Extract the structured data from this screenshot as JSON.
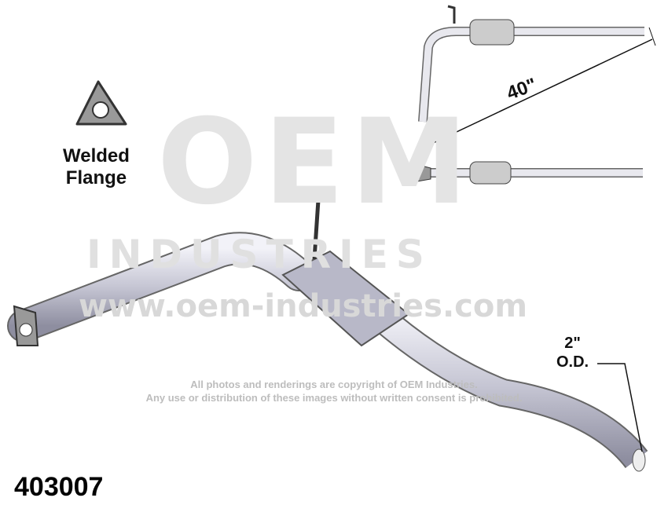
{
  "watermark": {
    "logo": "OEM",
    "industries": "INDUSTRIES",
    "url": "www.oem-industries.com",
    "copyright_line1": "All photos and renderings are copyright of OEM Industries.",
    "copyright_line2": "Any use or distribution of these images without written consent is prohibited."
  },
  "labels": {
    "flange_line1": "Welded",
    "flange_line2": "Flange",
    "length": "40\"",
    "od_line1": "2\"",
    "od_line2": "O.D.",
    "part_number": "403007"
  }
}
